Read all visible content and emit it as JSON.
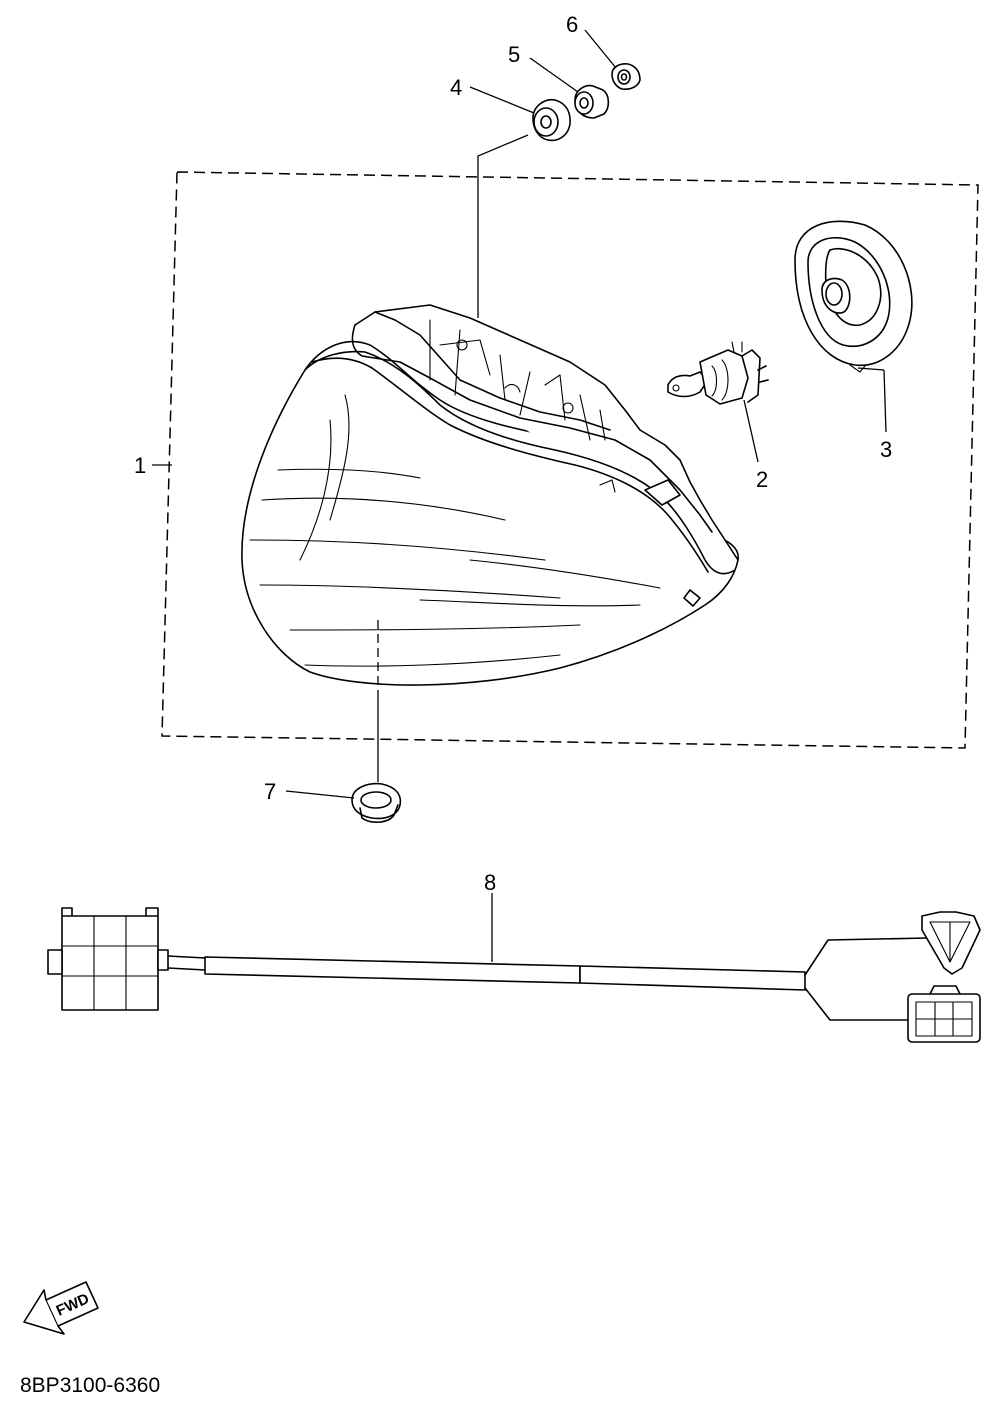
{
  "diagram": {
    "callouts": [
      {
        "id": "1",
        "label": "1"
      },
      {
        "id": "2",
        "label": "2"
      },
      {
        "id": "3",
        "label": "3"
      },
      {
        "id": "4",
        "label": "4"
      },
      {
        "id": "5",
        "label": "5"
      },
      {
        "id": "6",
        "label": "6"
      },
      {
        "id": "7",
        "label": "7"
      },
      {
        "id": "8",
        "label": "8"
      }
    ],
    "fwd_label": "FWD",
    "drawing_code": "8BP3100-6360"
  }
}
